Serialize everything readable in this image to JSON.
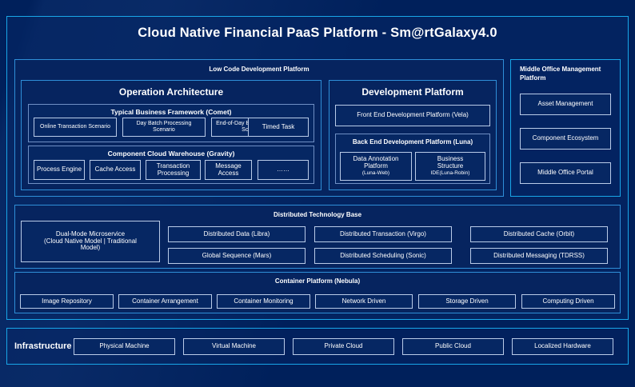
{
  "title": "Cloud Native Financial PaaS Platform - Sm@rtGalaxy4.0",
  "colors": {
    "background": "#00205b",
    "outer_border": "#19a6e8",
    "panel_border": "#2f8fd8",
    "chip_border": "#b9cbe8",
    "panel_fill": "#06245f",
    "text": "#ffffff"
  },
  "low_code": {
    "header": "Low Code Development Platform",
    "operation_architecture": {
      "header": "Operation Architecture",
      "typical_business_framework": {
        "header": "Typical Business Framework (Comet)",
        "items": [
          "Online Transaction Scenario",
          "Day Batch Processing Scenario",
          "End-of-Day Batch Processing Scenario",
          "Timed Task"
        ]
      },
      "component_cloud_warehouse": {
        "header": "Component Cloud Warehouse (Gravity)",
        "items": [
          "Process Engine",
          "Cache Access",
          "Transaction Processing",
          "Message Access",
          "……"
        ]
      }
    },
    "development_platform": {
      "header": "Development Platform",
      "front_end": "Front End Development Platform (Vela)",
      "back_end": {
        "header": "Back End Development Platform (Luna)",
        "items": [
          {
            "line1": "Data Annotation",
            "line2": "Platform",
            "line3": "(Luna-Web)"
          },
          {
            "line1": "Business",
            "line2": "Structure",
            "line3": "IDE(Luna-Robin)"
          }
        ]
      }
    }
  },
  "middle_office": {
    "header": "Middle Office Management Platform",
    "items": [
      "Asset Management",
      "Component Ecosystem",
      "Middle Office Portal"
    ]
  },
  "distributed_base": {
    "header": "Distributed Technology Base",
    "dual_mode": {
      "line1": "Dual-Mode Microservice",
      "line2": "(Cloud Native Model | Traditional",
      "line3": "Model)"
    },
    "items": [
      "Distributed Data (Libra)",
      "Global Sequence (Mars)",
      "Distributed Transaction (Virgo)",
      "Distributed Scheduling (Sonic)",
      "Distributed Cache (Orbit)",
      "Distributed Messaging (TDRSS)"
    ]
  },
  "container_platform": {
    "header": "Container Platform (Nebula)",
    "items": [
      "Image Repository",
      "Container Arrangement",
      "Container Monitoring",
      "Network Driven",
      "Storage Driven",
      "Computing Driven"
    ]
  },
  "infrastructure": {
    "label": "Infrastructure",
    "items": [
      "Physical Machine",
      "Virtual Machine",
      "Private Cloud",
      "Public Cloud",
      "Localized Hardware"
    ]
  }
}
